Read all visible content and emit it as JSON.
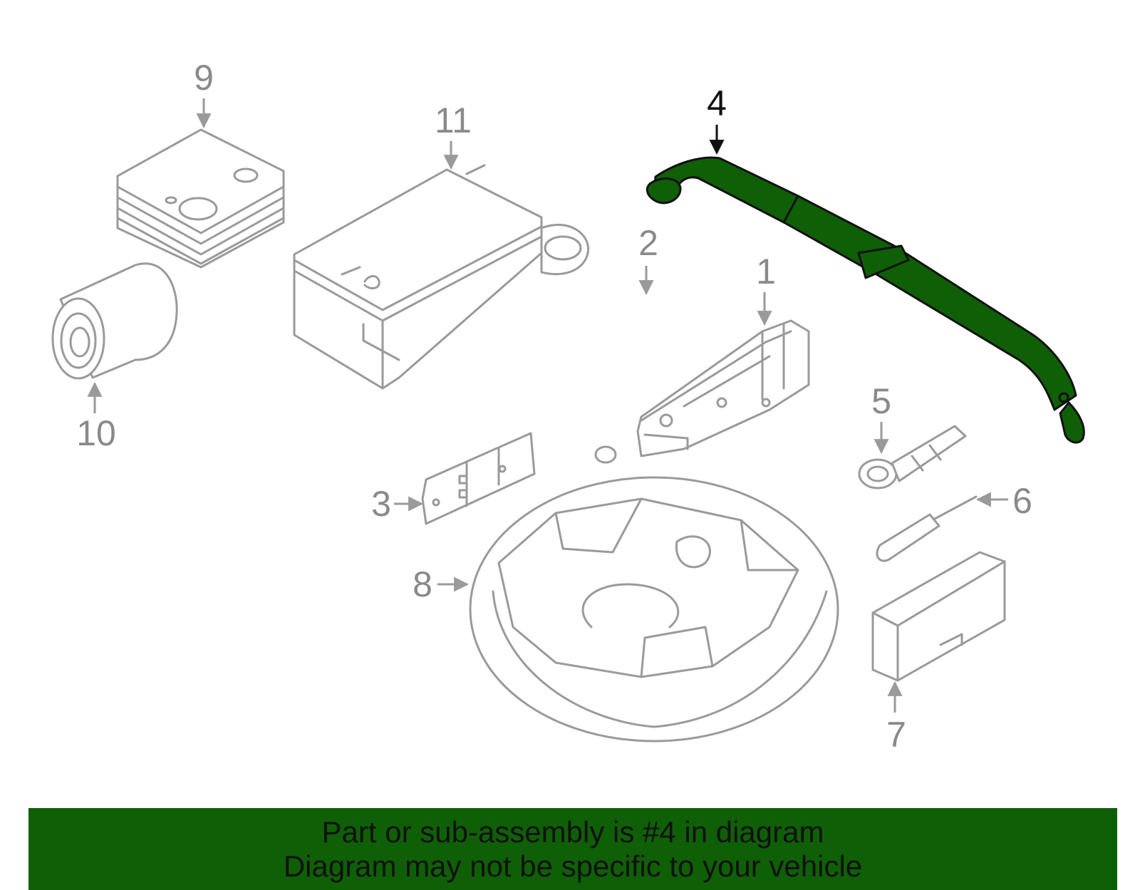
{
  "colors": {
    "highlight": "#0f5f07",
    "part_stroke": "#9a9a9a",
    "banner_bg": "#0f5f07"
  },
  "callouts": {
    "c1": "1",
    "c2": "2",
    "c3": "3",
    "c4": "4",
    "c5": "5",
    "c6": "6",
    "c7": "7",
    "c8": "8",
    "c9": "9",
    "c10": "10",
    "c11": "11"
  },
  "highlighted_part": "4",
  "banner": {
    "line1": "Part or sub-assembly is #4 in diagram",
    "line2": "Diagram may not be specific to your vehicle"
  }
}
